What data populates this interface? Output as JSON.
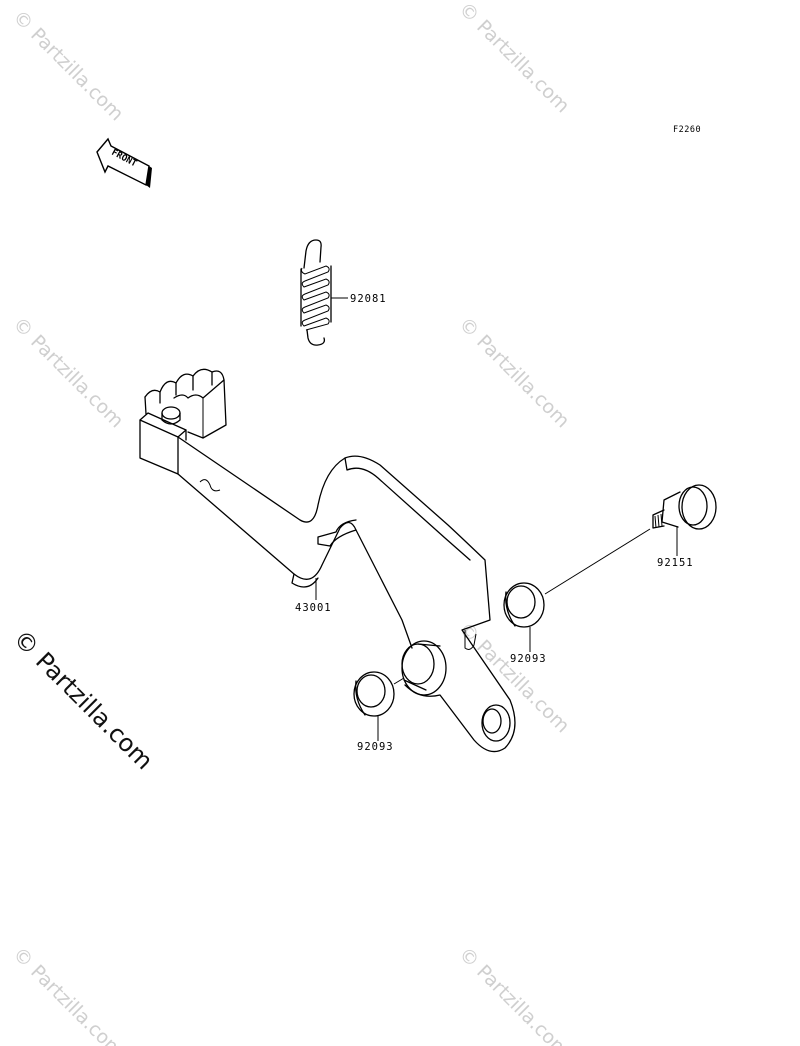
{
  "figure_code": "F2260",
  "front_label": "FRONT",
  "parts": {
    "spring": "92081",
    "pedal": "43001",
    "pivot_bolt": "92151",
    "washer_right": "92093",
    "washer_left": "92093"
  },
  "watermark": {
    "text": "© Partzilla.com"
  }
}
